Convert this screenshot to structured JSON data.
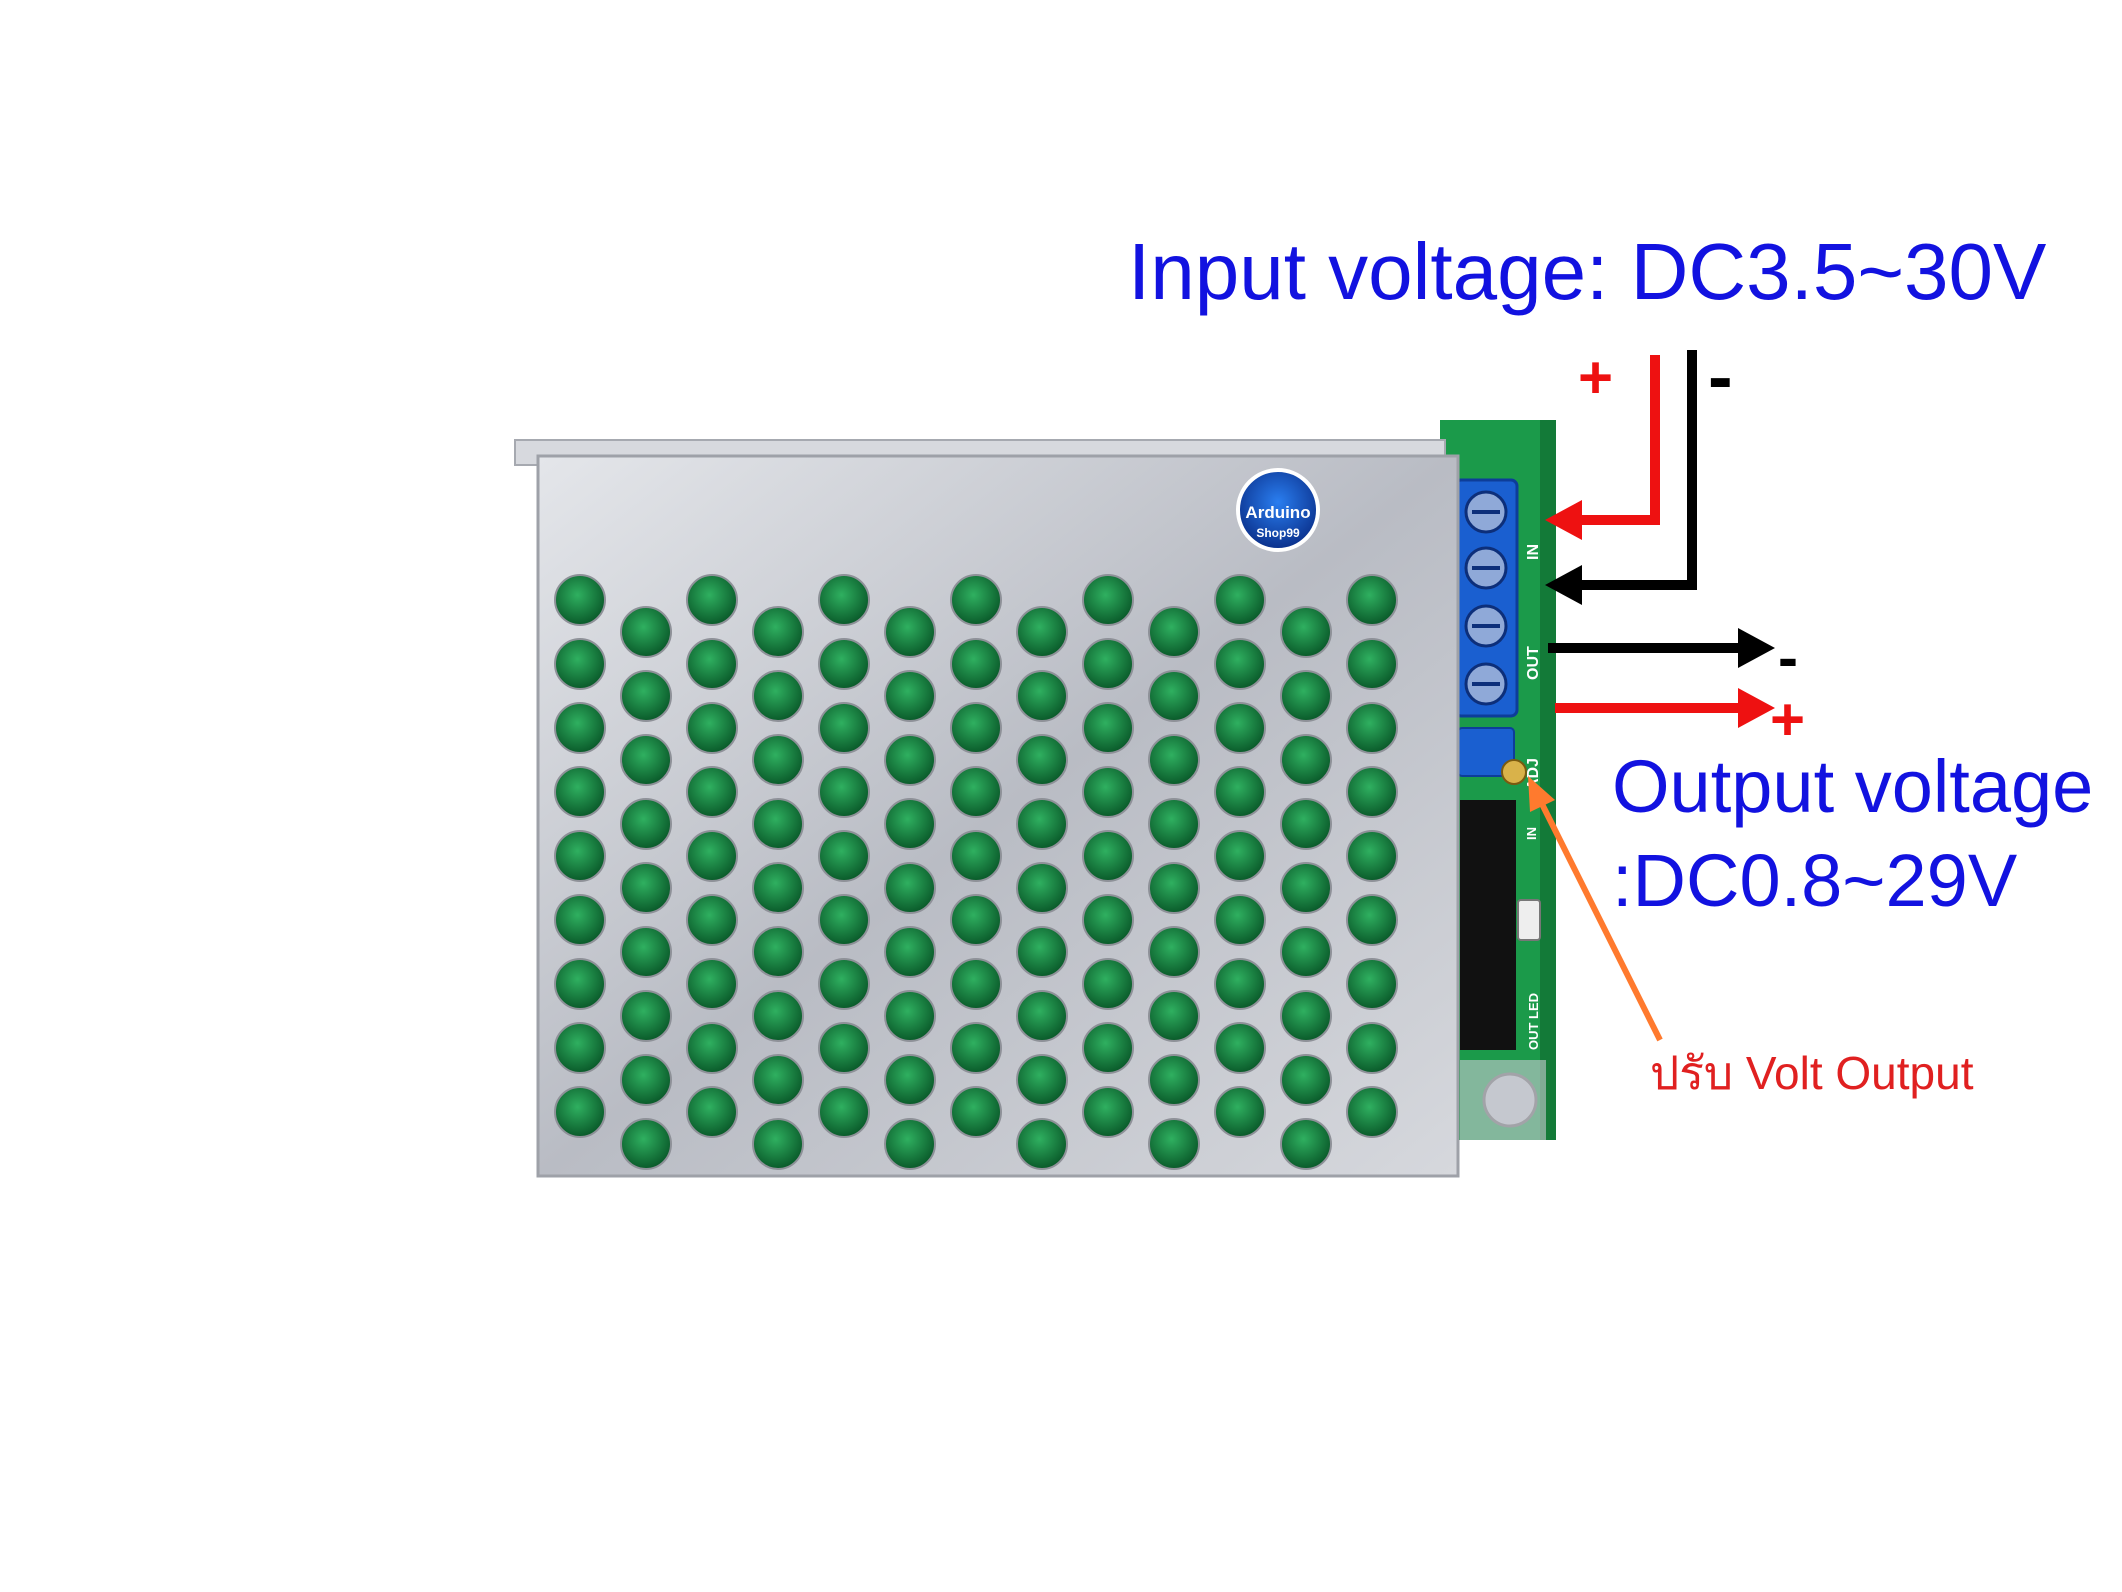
{
  "labels": {
    "input_voltage": "Input voltage: DC3.5~30V",
    "output_voltage_line1": "Output voltage",
    "output_voltage_line2": ":DC0.8~29V",
    "adjust": "ปรับ Volt Output"
  },
  "signs": {
    "in_plus": "+",
    "in_minus": "-",
    "out_minus": "-",
    "out_plus": "+"
  },
  "board_silk": {
    "in": "IN",
    "out": "OUT",
    "adj": "ADJ",
    "out_led": "OUT LED",
    "in_led": "IN"
  },
  "logo": {
    "line1": "Arduino",
    "line2": "Shop99"
  },
  "colors": {
    "text_blue": "#1212e0",
    "wire_red": "#ee1111",
    "wire_black": "#000000",
    "adjust_arrow": "#ff7a2e",
    "adjust_text": "#e02020",
    "pcb_green": "#1b9a4a",
    "terminal_blue": "#1a5fd0",
    "case_silver": "#c9ccd3"
  }
}
